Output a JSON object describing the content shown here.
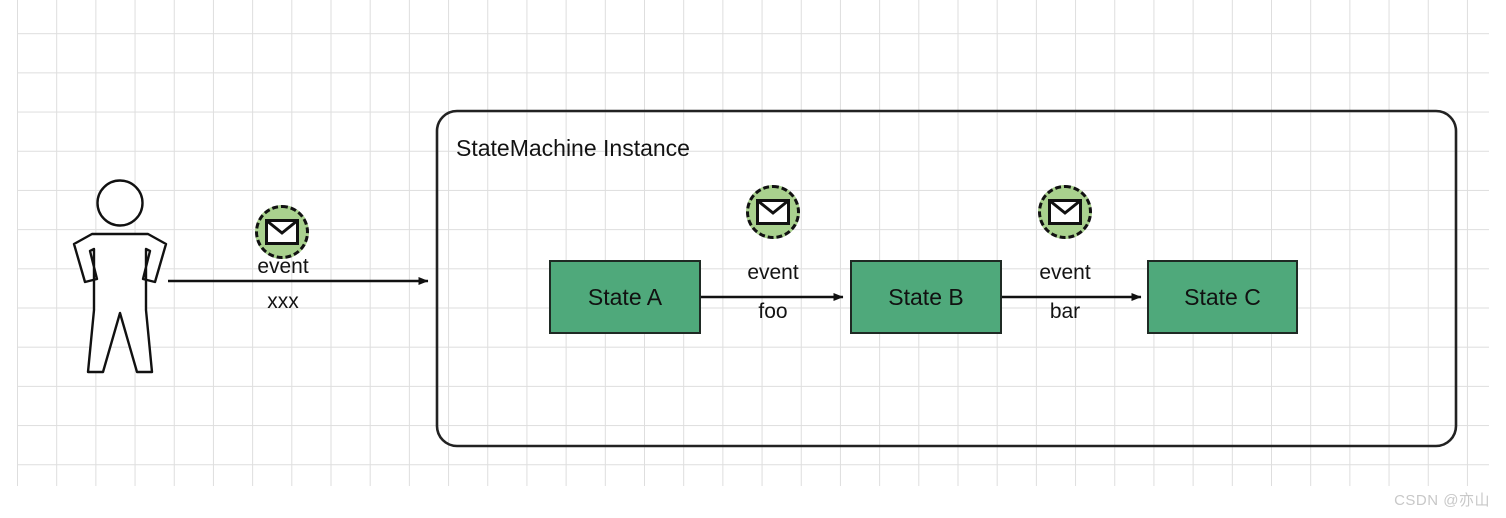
{
  "diagram": {
    "title": "StateMachine Instance",
    "container_label": "StateMachine Instance",
    "actor": {
      "name": "actor",
      "icon": "actor-person-icon"
    },
    "external_event": {
      "icon": "envelope-icon",
      "label_line1": "event",
      "label_line2": "xxx"
    },
    "states": [
      {
        "id": "state-a",
        "label": "State A"
      },
      {
        "id": "state-b",
        "label": "State B"
      },
      {
        "id": "state-c",
        "label": "State C"
      }
    ],
    "transitions": [
      {
        "id": "transition-foo",
        "from": "State A",
        "to": "State B",
        "label_line1": "event",
        "label_line2": "foo",
        "icon": "envelope-icon"
      },
      {
        "id": "transition-bar",
        "from": "State B",
        "to": "State C",
        "label_line1": "event",
        "label_line2": "bar",
        "icon": "envelope-icon"
      }
    ],
    "colors": {
      "state_fill": "#4FA97B",
      "state_border": "#1f2a24",
      "event_circle_fill": "#A9D18E",
      "event_circle_border": "#111111",
      "grid_line": "#dedede",
      "stroke": "#111111",
      "watermark": "#c8c8c8"
    }
  },
  "watermark": {
    "text": "CSDN @亦山"
  }
}
